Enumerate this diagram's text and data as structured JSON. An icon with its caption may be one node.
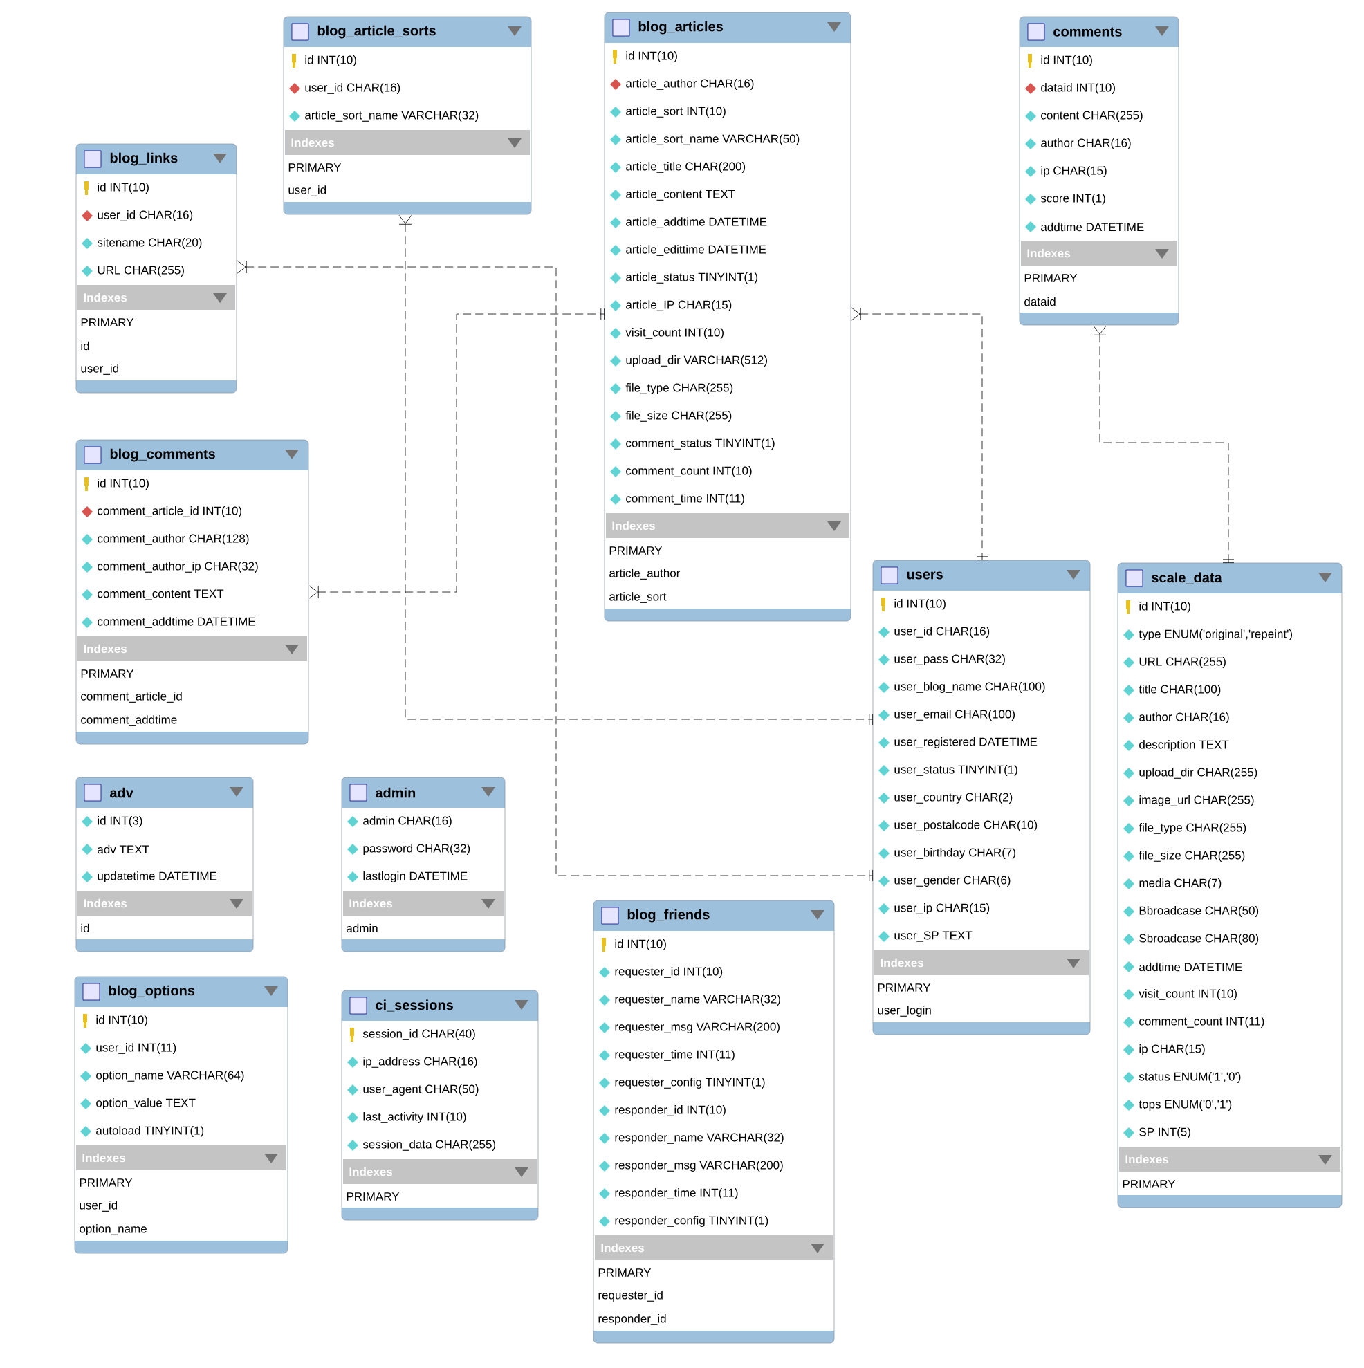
{
  "diagram": {
    "nodes": [
      {
        "text": [
          "blog_article_sorts",
          "id INT(10)",
          "user_id CHAR(16)",
          "article_sort_name VARCHAR(32)",
          "Indexes",
          "PRIMARY",
          "user_id"
        ]
      },
      {
        "text": [
          "blog_articles",
          "id INT(10)",
          "article_author CHAR(16)",
          "article_sort INT(10)",
          "article_sort_name VARCHAR(50)",
          "article_title CHAR(200)",
          "article_content TEXT",
          "article_addtime DATETIME",
          "article_edittime DATETIME",
          "article_status TINYINT(1)",
          "article_IP CHAR(15)",
          "visit_count INT(10)",
          "upload_dir VARCHAR(512)",
          "file_type CHAR(255)",
          "file_size CHAR(255)",
          "comment_status TINYINT(1)",
          "comment_count INT(10)",
          "comment_time INT(11)",
          "Indexes",
          "PRIMARY",
          "article_author",
          "article_sort"
        ]
      },
      {
        "text": [
          "comments",
          "id INT(10)",
          "dataid INT(10)",
          "content CHAR(255)",
          "author CHAR(16)",
          "ip CHAR(15)",
          "score INT(1)",
          "addtime DATETIME",
          "Indexes",
          "PRIMARY",
          "dataid"
        ]
      },
      {
        "text": [
          "blog_links",
          "id INT(10)",
          "user_id CHAR(16)",
          "sitename CHAR(20)",
          "URL CHAR(255)",
          "Indexes",
          "PRIMARY",
          "id",
          "user_id"
        ]
      },
      {
        "text": [
          "blog_comments",
          "id INT(10)",
          "comment_article_id INT(10)",
          "comment_author CHAR(128)",
          "comment_author_ip CHAR(32)",
          "comment_content TEXT",
          "comment_addtime DATETIME",
          "Indexes",
          "PRIMARY",
          "comment_article_id",
          "comment_addtime"
        ]
      },
      {
        "text": [
          "users",
          "id INT(10)",
          "user_id CHAR(16)",
          "user_pass CHAR(32)",
          "user_blog_name CHAR(100)",
          "user_email CHAR(100)",
          "user_registered DATETIME",
          "user_status TINYINT(1)",
          "user_country CHAR(2)",
          "user_postalcode CHAR(10)",
          "user_birthday CHAR(7)",
          "user_gender CHAR(6)",
          "user_ip CHAR(15)",
          "user_SP TEXT",
          "Indexes",
          "PRIMARY",
          "user_login"
        ]
      },
      {
        "text": [
          "scale_data",
          "id INT(10)",
          "type ENUM('original','repeint')",
          "URL CHAR(255)",
          "title CHAR(100)",
          "author CHAR(16)",
          "description TEXT",
          "upload_dir CHAR(255)",
          "image_url CHAR(255)",
          "file_type CHAR(255)",
          "file_size CHAR(255)",
          "media CHAR(7)",
          "Bbroadcase CHAR(50)",
          "Sbroadcase CHAR(80)",
          "addtime DATETIME",
          "visit_count INT(10)",
          "comment_count INT(11)",
          "ip CHAR(15)",
          "status ENUM('1','0')",
          "tops ENUM('0','1')",
          "SP INT(5)",
          "Indexes",
          "PRIMARY"
        ]
      },
      {
        "text": [
          "adv",
          "id INT(3)",
          "adv TEXT",
          "updatetime DATETIME",
          "Indexes",
          "id"
        ]
      },
      {
        "text": [
          "admin",
          "admin CHAR(16)",
          "password CHAR(32)",
          "lastlogin DATETIME",
          "Indexes",
          "admin"
        ]
      },
      {
        "text": [
          "blog_friends",
          "id INT(10)",
          "requester_id INT(10)",
          "requester_name VARCHAR(32)",
          "requester_msg VARCHAR(200)",
          "requester_time INT(11)",
          "requester_config TINYINT(1)",
          "responder_id INT(10)",
          "responder_name VARCHAR(32)",
          "responder_msg VARCHAR(200)",
          "responder_time INT(11)",
          "responder_config TINYINT(1)",
          "Indexes",
          "PRIMARY",
          "requester_id",
          "responder_id"
        ]
      },
      {
        "text": [
          "blog_options",
          "id INT(10)",
          "user_id INT(11)",
          "option_name VARCHAR(64)",
          "option_value TEXT",
          "autoload TINYINT(1)",
          "Indexes",
          "PRIMARY",
          "user_id",
          "option_name"
        ]
      },
      {
        "text": [
          "ci_sessions",
          "session_id CHAR(40)",
          "ip_address CHAR(16)",
          "user_agent CHAR(50)",
          "last_activity INT(10)",
          "session_data CHAR(255)",
          "Indexes",
          "PRIMARY"
        ]
      }
    ],
    "edges": [
      {
        "from": 3,
        "to": 5,
        "arrow": "other",
        "style": "dashed"
      },
      {
        "from": 0,
        "to": 5,
        "arrow": "other",
        "style": "dashed"
      },
      {
        "from": 4,
        "to": 1,
        "arrow": "other",
        "style": "dashed"
      },
      {
        "from": 1,
        "to": 5,
        "arrow": "other",
        "style": "dashed"
      },
      {
        "from": 2,
        "to": 6,
        "arrow": "other",
        "style": "dashed"
      }
    ]
  }
}
